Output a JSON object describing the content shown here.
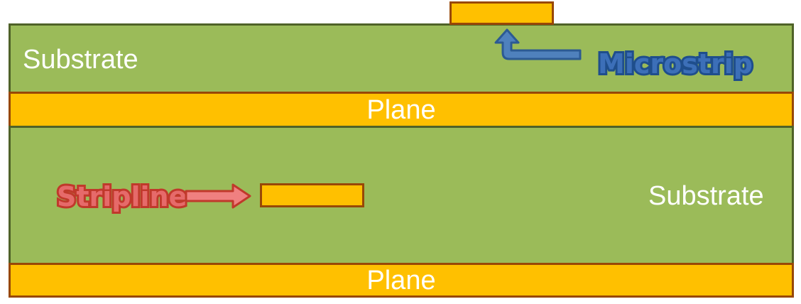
{
  "diagram": {
    "labels": {
      "substrate_top": "Substrate",
      "substrate_bottom": "Substrate",
      "plane_middle": "Plane",
      "plane_bottom": "Plane",
      "microstrip": "Microstrip",
      "stripline": "Stripline"
    },
    "colors": {
      "substrate_fill": "#9bbb59",
      "substrate_border": "#4f6228",
      "copper_fill": "#ffc000",
      "copper_border": "#984807",
      "microstrip_arrow": "#4f81bd",
      "stripline_arrow": "#e06666"
    }
  }
}
